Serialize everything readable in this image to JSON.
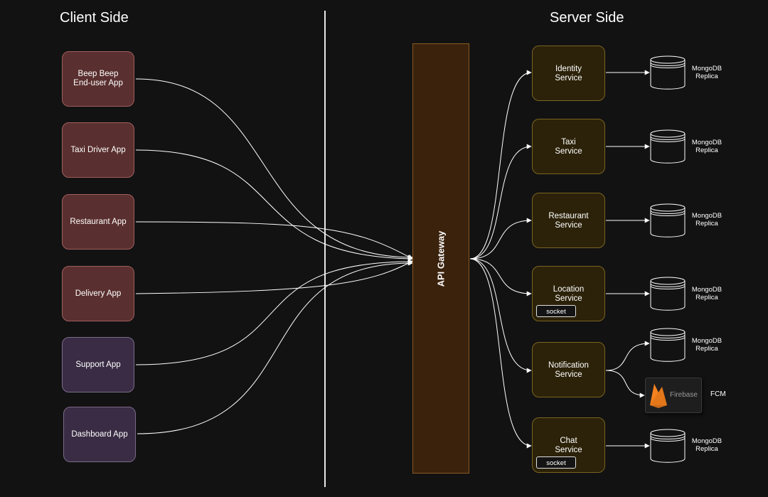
{
  "headings": {
    "client": "Client Side",
    "server": "Server Side"
  },
  "clients": [
    {
      "label": "Beep Beep\nEnd-user App"
    },
    {
      "label": "Taxi Driver App"
    },
    {
      "label": "Restaurant App"
    },
    {
      "label": "Delivery App"
    },
    {
      "label": "Support App"
    },
    {
      "label": "Dashboard App"
    }
  ],
  "gateway": {
    "label": "API Gateway"
  },
  "services": [
    {
      "label": "Identity\nService"
    },
    {
      "label": "Taxi\nService"
    },
    {
      "label": "Restaurant\nService"
    },
    {
      "label": "Location\nService",
      "socket": "socket"
    },
    {
      "label": "Notification\nService"
    },
    {
      "label": "Chat\nService",
      "socket": "socket"
    }
  ],
  "databases": [
    {
      "label": "MongoDB\nReplica"
    },
    {
      "label": "MongoDB\nReplica"
    },
    {
      "label": "MongoDB\nReplica"
    },
    {
      "label": "MongoDB\nReplica"
    },
    {
      "label": "MongoDB\nReplica"
    },
    {
      "label": "MongoDB\nReplica"
    }
  ],
  "firebase": {
    "label": "Firebase",
    "fcm": "FCM"
  },
  "colors": {
    "background": "#121212",
    "client_red": "#5a2f2f",
    "client_purple": "#3a2c44",
    "gateway": "#3a220d",
    "service": "#2c2209",
    "line": "#ffffff",
    "firebase_orange": "#f58220"
  }
}
